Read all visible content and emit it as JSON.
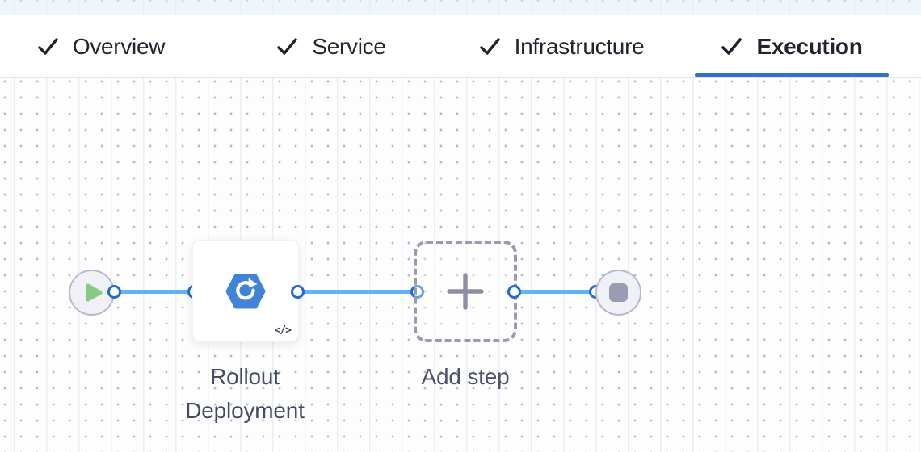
{
  "tab_bar": {
    "tabs": [
      {
        "label": "Overview",
        "completed": true,
        "active": false
      },
      {
        "label": "Service",
        "completed": true,
        "active": false
      },
      {
        "label": "Infrastructure",
        "completed": true,
        "active": false
      },
      {
        "label": "Execution",
        "completed": true,
        "active": true
      }
    ]
  },
  "canvas": {
    "start_node": {
      "icon": "play-icon"
    },
    "steps": [
      {
        "name": "Rollout Deployment",
        "icon": "rollout-deployment-hexagon-icon",
        "code_badge": "</>"
      }
    ],
    "add_step": {
      "label": "Add step",
      "icon": "plus-icon"
    },
    "end_node": {
      "icon": "stop-icon"
    }
  },
  "colors": {
    "active_tab_underline": "#3570c8",
    "connector_line": "#63b3f1",
    "connector_endpoint_ring": "#2368d3",
    "step_icon_blue": "#4183d7",
    "play_green": "#86cb84",
    "node_fill": "#f0f1f7",
    "node_border": "#b7b9cc",
    "dashed_node_border": "#979ab0"
  }
}
